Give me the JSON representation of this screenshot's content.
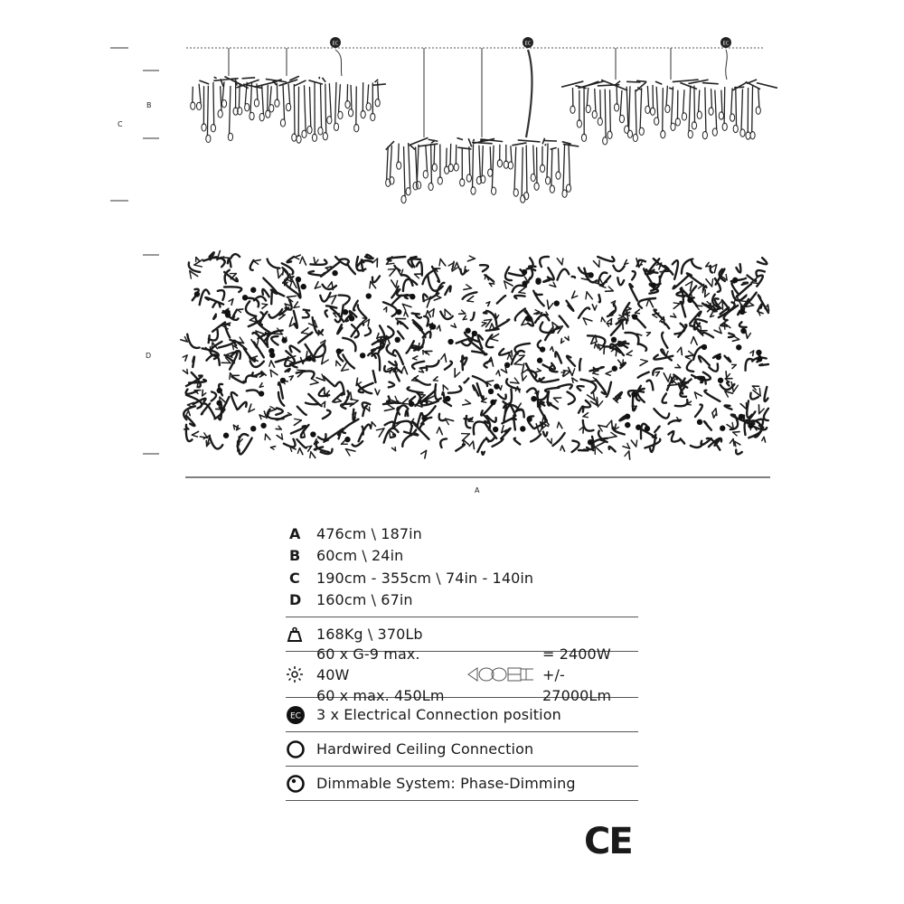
{
  "dim_letters": {
    "a": "A",
    "b": "B",
    "c": "C",
    "d": "D"
  },
  "ec_badge": "EC",
  "specs": {
    "dims": [
      {
        "letter": "A",
        "value": "476cm \\ 187in"
      },
      {
        "letter": "B",
        "value": "60cm \\ 24in"
      },
      {
        "letter": "C",
        "value": "190cm - 355cm \\ 74in - 140in"
      },
      {
        "letter": "D",
        "value": "160cm \\ 67in"
      }
    ],
    "weight": "168Kg \\ 370Lb",
    "bulb_line1": "60 x G-9 max. 40W",
    "bulb_line2": "60 x max. 450Lm",
    "total_power": "= 2400W",
    "total_lumen": "+/- 27000Lm",
    "electrical": "3 x Electrical Connection position",
    "hardwired": "Hardwired Ceiling Connection",
    "dimmable": "Dimmable System: Phase-Dimming"
  },
  "ce_mark": "CE",
  "icons": [
    "weight-icon",
    "bulb-icon",
    "g9-bulb-icon",
    "ec-icon",
    "hardwired-icon",
    "dimming-icon"
  ]
}
